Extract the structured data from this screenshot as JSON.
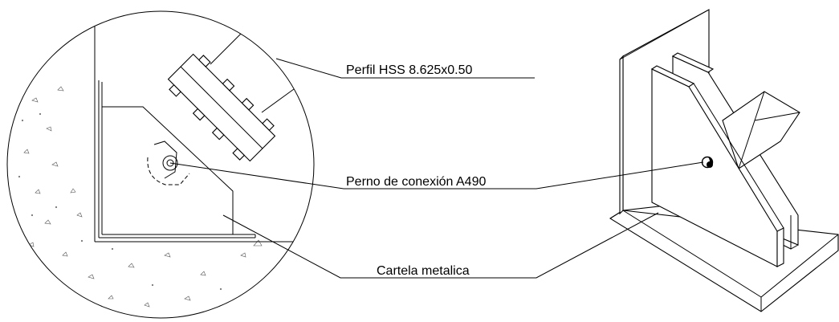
{
  "callouts": {
    "profile": "Perfil HSS 8.625x0.50",
    "bolt": "Perno de conexión A490",
    "gusset": "Cartela metalica"
  }
}
